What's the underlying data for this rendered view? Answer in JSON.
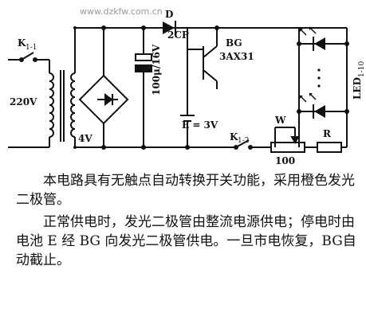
{
  "watermark": "www.dzkfw.com.cn",
  "labels": {
    "k11": "K",
    "k11_sub": "1-1",
    "voltage_in": "220V",
    "transformer_out": "4V",
    "cap": "100μ/16V",
    "diode_d": "D",
    "diode_part": "2CP",
    "bg": "BG",
    "bg_part": "3AX31",
    "battery": "E = 3V",
    "k12": "K",
    "k12_sub": "1-2",
    "w": "W",
    "r": "R",
    "w_value": "100",
    "led": "LED",
    "led_sub": "1-10"
  },
  "description": [
    "本电路具有无触点自动转换开关功能，采用橙色发光二极管。",
    "正常供电时，发光二极管由整流电源供电；停电时由电池 E 经 BG 向发光二极管供电。一旦市电恢复，BG自动截止。"
  ]
}
